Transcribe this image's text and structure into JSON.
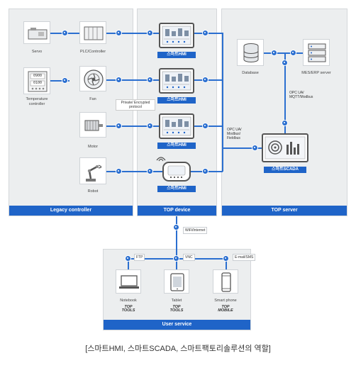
{
  "panels": {
    "legacy_label": "Legacy controller",
    "top_device_label": "TOP device",
    "top_server_label": "TOP server",
    "user_service_label": "User service"
  },
  "legacy": {
    "servo": "Servo",
    "plc": "PLC/Controller",
    "temp_controller": "Temperature controller",
    "temp_value_top": "0900",
    "temp_value_bottom": "0100",
    "fan": "Fan",
    "motor": "Motor",
    "robot": "Robot"
  },
  "devices": {
    "hmi_label": "스마트HMI",
    "hmi_items": [
      "스마트HMI",
      "스마트HMI",
      "스마트HMI",
      "스마트HMI"
    ]
  },
  "server": {
    "database": "Database",
    "mes_erp": "MES/ERP server",
    "scada_label": "스마트SCADA"
  },
  "protocols": {
    "private": "Private/ Encrypted protocol",
    "opc_mqtt": "OPC UA/ MQTT/Modbus",
    "opc_fieldbus": "OPC UA/ Modbus/ Fieldbus",
    "wifi": "WiFi/Internet",
    "ftp": "FTP",
    "vnc": "VNC",
    "email": "E-mail/SMS"
  },
  "user_service": {
    "notebook": "Notebook",
    "tablet": "Tablet",
    "smartphone": "Smart phone",
    "brand_tools_1": "TOP TOOLS",
    "brand_tools_2": "TOP TOOLS",
    "brand_mobile": "TOP MOBILE"
  },
  "caption": "[스마트HMI, 스마트SCADA, 스마트팩토리솔루션의 역할]",
  "colors": {
    "accent": "#1f64c8",
    "panel": "#eceeef"
  }
}
